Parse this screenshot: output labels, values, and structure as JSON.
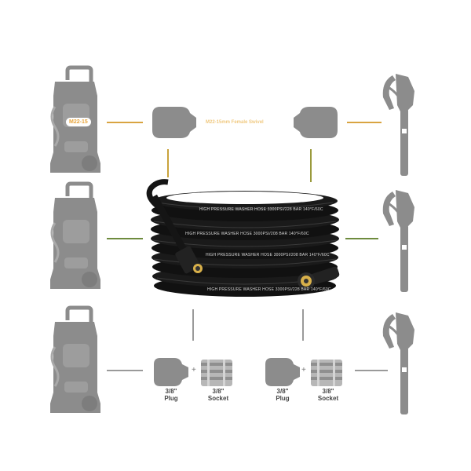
{
  "colors": {
    "silhouette": "#8c8c8c",
    "row1_line": "#d9a441",
    "row2_line": "#6e8b3d",
    "row3_line": "#9a9a9a",
    "vertical_line_gold": "#c9a33c",
    "vertical_line_olive": "#9a9a3c",
    "hose": "#151515",
    "badge_text": "#e8a43a"
  },
  "icons": {
    "washer": "pressure-washer-icon",
    "gun": "spray-gun-icon",
    "female_fitting": "female-fitting-icon",
    "plug": "plug-icon",
    "socket": "socket-icon",
    "hose": "hose-coil-image"
  },
  "row1": {
    "washer_badge": "M22-15",
    "fitting_label": "M22-15mm Female Swivel"
  },
  "hose_print": {
    "line_a": "HIGH PRESSURE WASHER HOSE 3300PSI/228 BAR 140°F/60C",
    "line_b": "HIGH PRESSURE WASHER HOSE 3000PSI/208 BAR 140°F/60C"
  },
  "row3": {
    "left": {
      "plug_label_1": "3/8\"",
      "plug_label_2": "Plug",
      "socket_label_1": "3/8\"",
      "socket_label_2": "Socket",
      "plus": "+"
    },
    "right": {
      "plug_label_1": "3/8\"",
      "plug_label_2": "Plug",
      "socket_label_1": "3/8\"",
      "socket_label_2": "Socket",
      "plus": "+"
    }
  }
}
